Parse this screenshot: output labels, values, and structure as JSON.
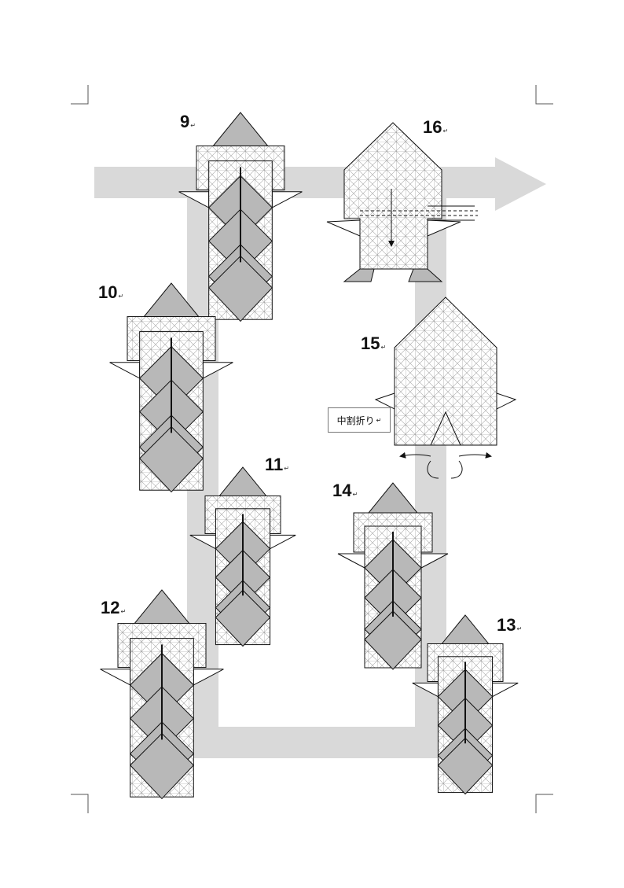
{
  "steps": [
    {
      "id": "9",
      "label": "9"
    },
    {
      "id": "10",
      "label": "10"
    },
    {
      "id": "11",
      "label": "11"
    },
    {
      "id": "12",
      "label": "12"
    },
    {
      "id": "13",
      "label": "13"
    },
    {
      "id": "14",
      "label": "14"
    },
    {
      "id": "15",
      "label": "15"
    },
    {
      "id": "16",
      "label": "16"
    }
  ],
  "fold_label": "中割折り",
  "colors": {
    "flow_arrow": "#d9d9d9",
    "grey_fill": "#b8b8b8",
    "grid_line": "#9a9a9a",
    "outline": "#111111"
  }
}
